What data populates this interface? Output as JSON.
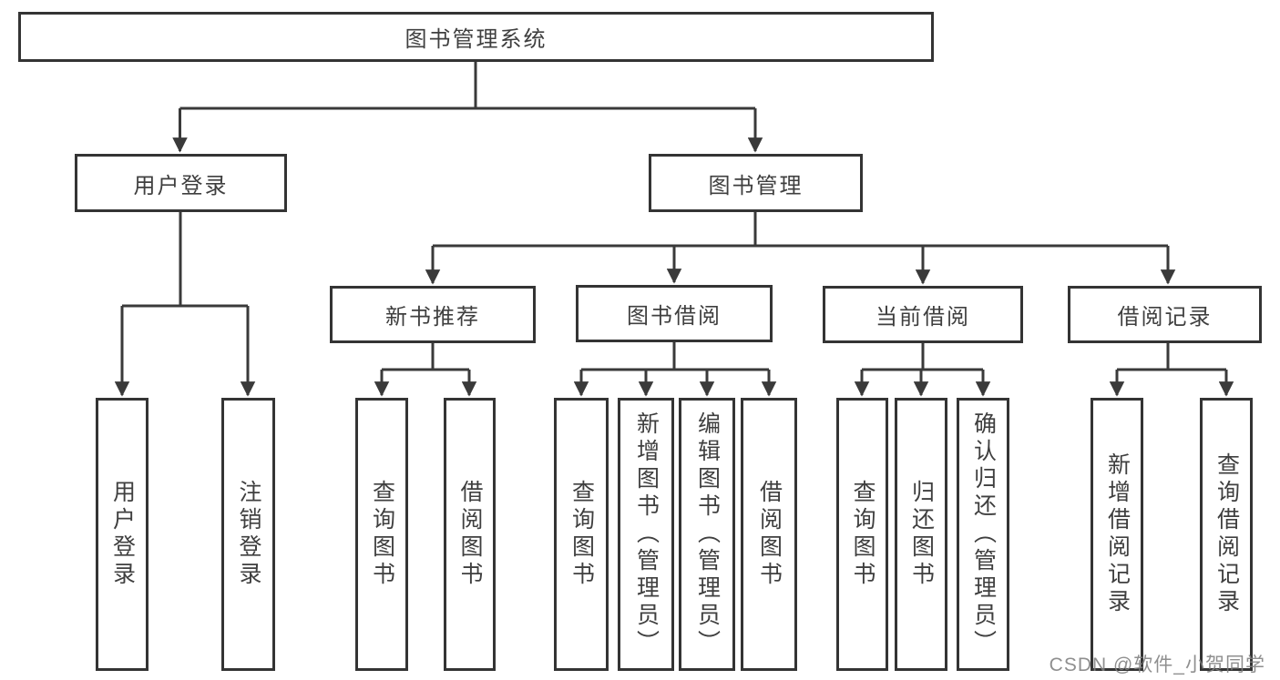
{
  "diagram_title": "图书管理系统",
  "nodes": {
    "root": {
      "label": "图书管理系统"
    },
    "user_login": {
      "label": "用户登录"
    },
    "book_management": {
      "label": "图书管理"
    },
    "new_book_recommend": {
      "label": "新书推荐"
    },
    "book_borrow": {
      "label": "图书借阅"
    },
    "current_borrow": {
      "label": "当前借阅"
    },
    "borrow_record": {
      "label": "借阅记录"
    },
    "leaf_user_login": {
      "label": "用户登录"
    },
    "leaf_logout": {
      "label": "注销登录"
    },
    "leaf_nbr_query_book": {
      "label": "查询图书"
    },
    "leaf_nbr_borrow_book": {
      "label": "借阅图书"
    },
    "leaf_bb_query_book": {
      "label": "查询图书"
    },
    "leaf_bb_add_book": {
      "label": "新增图书（管理员）"
    },
    "leaf_bb_edit_book": {
      "label": "编辑图书（管理员）"
    },
    "leaf_bb_borrow_book": {
      "label": "借阅图书"
    },
    "leaf_cb_query_book": {
      "label": "查询图书"
    },
    "leaf_cb_return_book": {
      "label": "归还图书"
    },
    "leaf_cb_confirm_return": {
      "label": "确认归还（管理员）"
    },
    "leaf_br_add_record": {
      "label": "新增借阅记录"
    },
    "leaf_br_query_record": {
      "label": "查询借阅记录"
    }
  },
  "watermark": {
    "text": "CSDN @软件_小贺同学"
  },
  "colors": {
    "line": "#3a3a3a",
    "box_border": "#343434",
    "text": "#3f3f3f",
    "watermark": "#808080",
    "background": "#ffffff"
  },
  "chart_data": {
    "type": "table",
    "title": "图书管理系统功能结构图",
    "hierarchy": {
      "图书管理系统": {
        "用户登录": [
          "用户登录",
          "注销登录"
        ],
        "图书管理": {
          "新书推荐": [
            "查询图书",
            "借阅图书"
          ],
          "图书借阅": [
            "查询图书",
            "新增图书（管理员）",
            "编辑图书（管理员）",
            "借阅图书"
          ],
          "当前借阅": [
            "查询图书",
            "归还图书",
            "确认归还（管理员）"
          ],
          "借阅记录": [
            "新增借阅记录",
            "查询借阅记录"
          ]
        }
      }
    }
  }
}
